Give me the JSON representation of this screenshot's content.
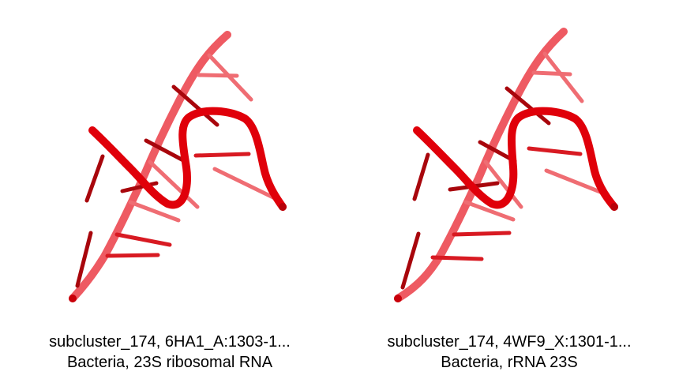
{
  "colors": {
    "backbone_front": "#e0000a",
    "backbone_back": "#ee5a62",
    "base_dark": "#a8060c",
    "base_mid": "#d81a22",
    "base_light": "#ef6d73"
  },
  "panels": [
    {
      "line1": "subcluster_174, 6HA1_A:1303-1...",
      "line2": "Bacteria, 23S ribosomal RNA"
    },
    {
      "line1": "subcluster_174, 4WF9_X:1301-1...",
      "line2": "Bacteria, rRNA 23S"
    }
  ]
}
